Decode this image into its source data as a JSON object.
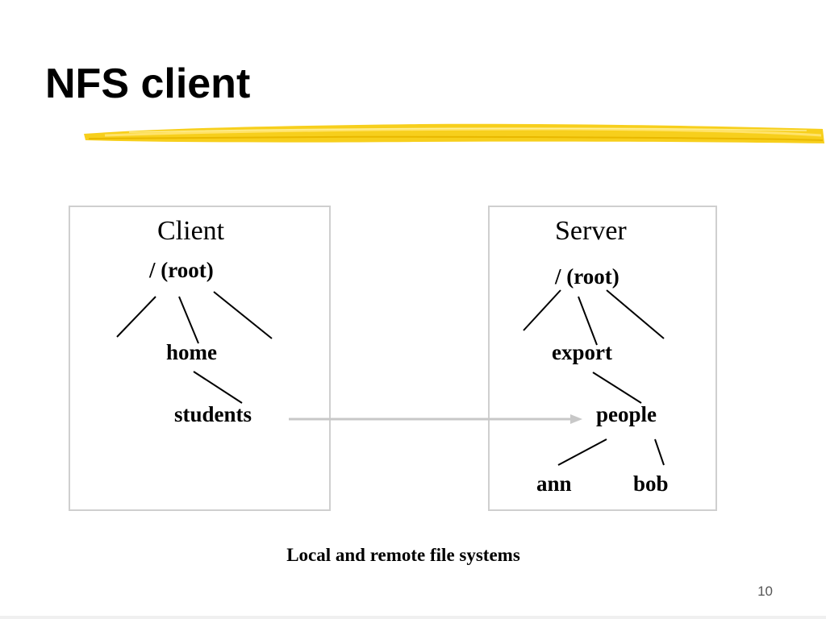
{
  "slide": {
    "title": "NFS client",
    "caption": "Local and remote file systems",
    "page_number": "10",
    "accent_color": "#f2c200"
  },
  "client": {
    "heading": "Client",
    "root_slash": "/",
    "root_text": " (root)",
    "nodes": {
      "home": "home",
      "students": "students"
    }
  },
  "server": {
    "heading": "Server",
    "root_slash": "/",
    "root_text": " (root)",
    "nodes": {
      "export": "export",
      "people": "people",
      "ann": "ann",
      "bob": "bob"
    }
  },
  "mount_arrow": {
    "from": "students",
    "to": "people",
    "color": "#c8c8c8"
  }
}
